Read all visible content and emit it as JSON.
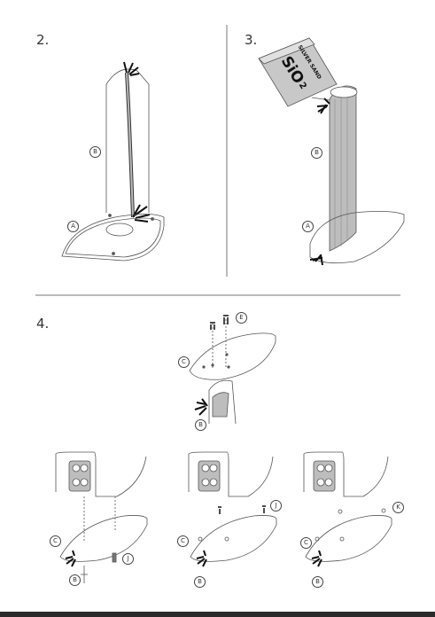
{
  "steps": {
    "s2": "2.",
    "s3": "3.",
    "s4": "4."
  },
  "callouts": {
    "A": "A",
    "B": "B",
    "C": "C",
    "E": "E",
    "J": "J",
    "K": "K"
  },
  "bag": {
    "brand": "SILVER SAND",
    "formula": "SiO",
    "subscript": "2"
  },
  "colors": {
    "line": "#555555",
    "fill_gray": "#bfbfbf",
    "bag_gray": "#c8c8c8",
    "cable": "#111111"
  }
}
